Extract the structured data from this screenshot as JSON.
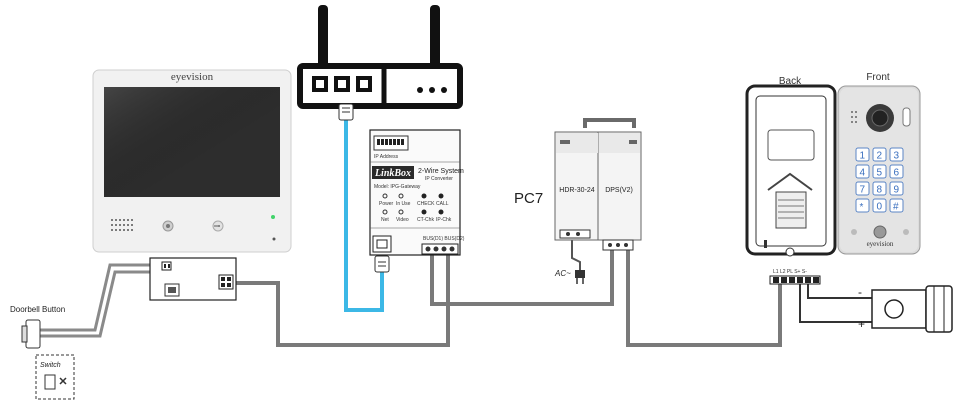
{
  "monitor": {
    "brand": "eyevision"
  },
  "gateway": {
    "ip_label": "IP Address",
    "logo": "LinkBox",
    "title": "2-Wire System",
    "subtitle": "IP Converter",
    "model": "Model: IPG-Gateway",
    "leds_row1": [
      "Power",
      "In Use",
      "CHECK",
      "CALL"
    ],
    "leds_row2": [
      "Net",
      "Video",
      "CT-Chk",
      "IP-Chk"
    ],
    "bus_label": "BUS(D1) BUS(D2)"
  },
  "power_supply": {
    "name": "PC7",
    "module1": "HDR-30-24",
    "module2": "DPS(V2)",
    "ac_label": "AC~"
  },
  "doorbell": {
    "button_label": "Doorbell Button",
    "switch_label": "Switch"
  },
  "door_station": {
    "back_label": "Back",
    "front_label": "Front",
    "keys": [
      "1",
      "2",
      "3",
      "4",
      "5",
      "6",
      "7",
      "8",
      "9",
      "*",
      "0",
      "#"
    ],
    "brand": "eyevision",
    "terminals": "L1  L2  PL  S+  S-"
  },
  "lock": {
    "minus": "-",
    "plus": "+"
  },
  "colors": {
    "network_cable": "#3cb8e6",
    "bus_wire": "#7a7a7a"
  }
}
